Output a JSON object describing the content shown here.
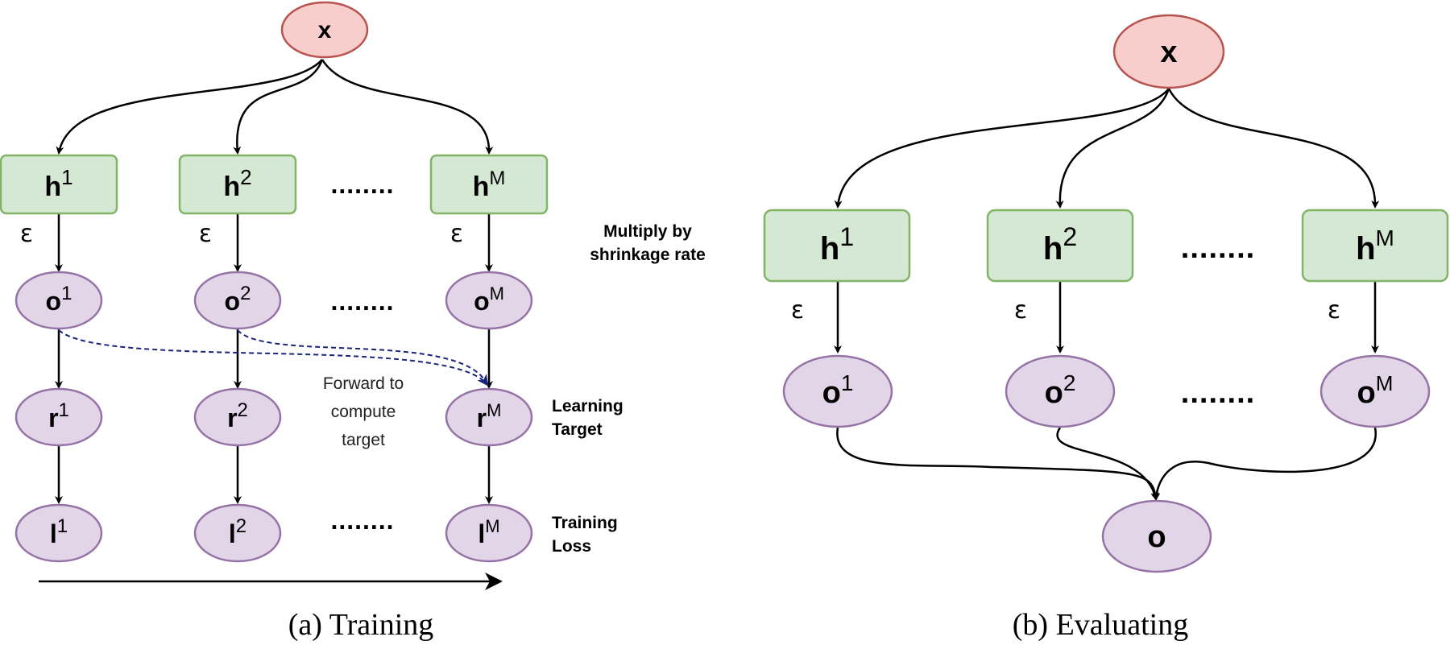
{
  "panel_a": {
    "input": "x",
    "h": [
      {
        "base": "h",
        "sup": "1"
      },
      {
        "base": "h",
        "sup": "2"
      },
      {
        "base": "h",
        "sup": "M"
      }
    ],
    "o": [
      {
        "base": "o",
        "sup": "1"
      },
      {
        "base": "o",
        "sup": "2"
      },
      {
        "base": "o",
        "sup": "M"
      }
    ],
    "r": [
      {
        "base": "r",
        "sup": "1"
      },
      {
        "base": "r",
        "sup": "2"
      },
      {
        "base": "r",
        "sup": "M"
      }
    ],
    "l": [
      {
        "base": "l",
        "sup": "1"
      },
      {
        "base": "l",
        "sup": "2"
      },
      {
        "base": "l",
        "sup": "M"
      }
    ],
    "epsilon": "ε",
    "dots": "........",
    "annotations": {
      "shrinkage_line1": "Multiply by",
      "shrinkage_line2": "shrinkage rate",
      "target_line1": "Learning",
      "target_line2": "Target",
      "loss_line1": "Training",
      "loss_line2": "Loss",
      "forward_line1": "Forward to",
      "forward_line2": "compute",
      "forward_line3": "target"
    },
    "caption": "(a)  Training"
  },
  "panel_b": {
    "input": "x",
    "h": [
      {
        "base": "h",
        "sup": "1"
      },
      {
        "base": "h",
        "sup": "2"
      },
      {
        "base": "h",
        "sup": "M"
      }
    ],
    "o": [
      {
        "base": "o",
        "sup": "1"
      },
      {
        "base": "o",
        "sup": "2"
      },
      {
        "base": "o",
        "sup": "M"
      }
    ],
    "output": "o",
    "epsilon": "ε",
    "dots": "........",
    "caption": "(b)  Evaluating"
  },
  "colors": {
    "input_fill": "#f8cecc",
    "input_stroke": "#b85450",
    "hidden_fill": "#d5e8d4",
    "hidden_stroke": "#82b366",
    "node_fill": "#e1d5e7",
    "node_stroke": "#9673a6",
    "dashed_arrow": "#1a237e"
  }
}
